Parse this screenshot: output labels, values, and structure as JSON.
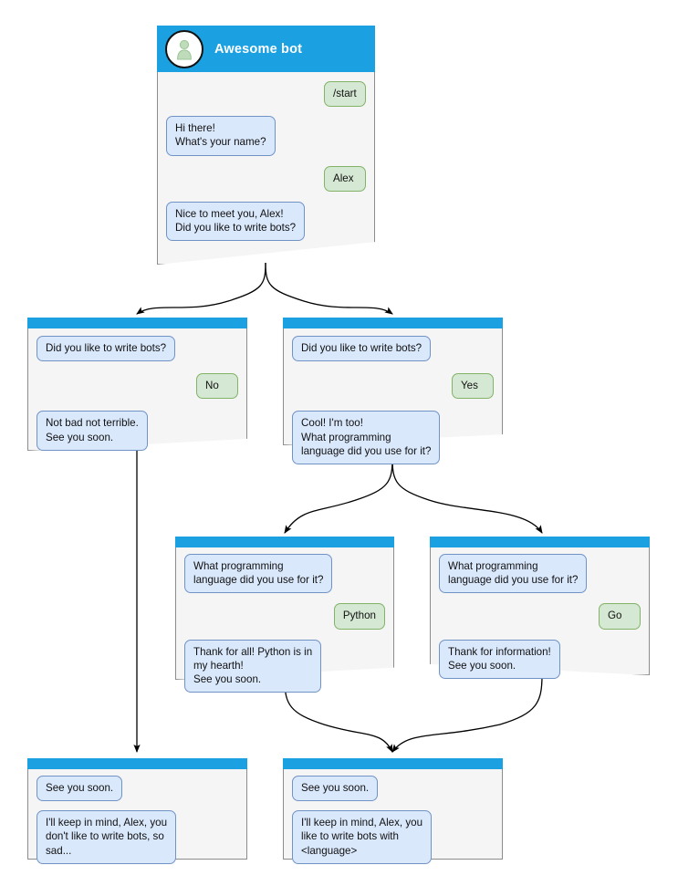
{
  "diagram": {
    "title": "Awesome bot chat flow",
    "colors": {
      "header_blue": "#1ba1e2",
      "card_bg": "#f5f5f5",
      "card_border": "#8c8c8c",
      "bot_bubble_fill": "#dae8fc",
      "bot_bubble_border": "#7093c6",
      "user_bubble_fill": "#d5e8d4",
      "user_bubble_border": "#82b366",
      "edge_stroke": "#000000",
      "avatar_person": "#b5d8b0"
    }
  },
  "cards": [
    {
      "id": "root",
      "name": "card-awesome-bot",
      "header_title": "Awesome bot",
      "has_avatar": true,
      "messages": [
        {
          "from": "user",
          "text": "/start"
        },
        {
          "from": "bot",
          "text": "Hi there!\nWhat's your name?"
        },
        {
          "from": "user",
          "text": "Alex"
        },
        {
          "from": "bot",
          "text": "Nice to meet you, Alex!\nDid you like to write bots?"
        }
      ]
    },
    {
      "id": "no",
      "name": "card-answer-no",
      "header_title": "",
      "has_avatar": false,
      "messages": [
        {
          "from": "bot",
          "text": "Did you like to write bots?"
        },
        {
          "from": "user",
          "text": "No"
        },
        {
          "from": "bot",
          "text": "Not bad not terrible.\nSee you soon."
        }
      ]
    },
    {
      "id": "yes",
      "name": "card-answer-yes",
      "header_title": "",
      "has_avatar": false,
      "messages": [
        {
          "from": "bot",
          "text": "Did you like to write bots?"
        },
        {
          "from": "user",
          "text": "Yes"
        },
        {
          "from": "bot",
          "text": "Cool! I'm too!\nWhat programming\nlanguage did you use for it?"
        }
      ]
    },
    {
      "id": "python",
      "name": "card-answer-python",
      "header_title": "",
      "has_avatar": false,
      "messages": [
        {
          "from": "bot",
          "text": "What programming\nlanguage did you use for it?"
        },
        {
          "from": "user",
          "text": "Python"
        },
        {
          "from": "bot",
          "text": "Thank for all! Python is in\nmy hearth!\nSee you soon."
        }
      ]
    },
    {
      "id": "go",
      "name": "card-answer-go",
      "header_title": "",
      "has_avatar": false,
      "messages": [
        {
          "from": "bot",
          "text": "What programming\nlanguage did you use for it?"
        },
        {
          "from": "user",
          "text": "Go"
        },
        {
          "from": "bot",
          "text": "Thank for information!\nSee you soon."
        }
      ]
    },
    {
      "id": "end-sad",
      "name": "card-end-sad",
      "header_title": "",
      "has_avatar": false,
      "messages": [
        {
          "from": "bot",
          "text": "See you soon."
        },
        {
          "from": "bot",
          "text": "I'll keep in mind, Alex, you\ndon't like to write bots, so\nsad..."
        }
      ]
    },
    {
      "id": "end-happy",
      "name": "card-end-happy",
      "header_title": "",
      "has_avatar": false,
      "messages": [
        {
          "from": "bot",
          "text": "See you soon."
        },
        {
          "from": "bot",
          "text": "I'll keep in mind, Alex, you\nlike to write bots with\n<language>"
        }
      ]
    }
  ]
}
